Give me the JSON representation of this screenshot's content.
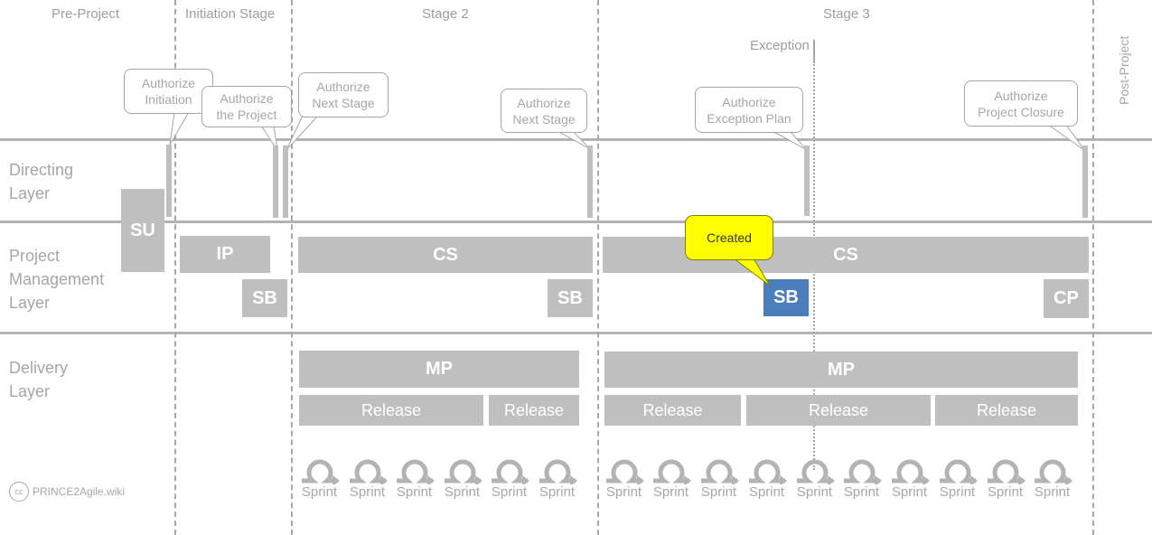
{
  "stages": {
    "pre_project": "Pre-Project",
    "initiation": "Initiation Stage",
    "stage2": "Stage 2",
    "stage3": "Stage 3",
    "post_project": "Post-Project",
    "exception": "Exception"
  },
  "layers": {
    "directing": [
      "Directing",
      "Layer"
    ],
    "management": [
      "Project",
      "Management",
      "Layer"
    ],
    "delivery": [
      "Delivery",
      "Layer"
    ]
  },
  "callouts": {
    "authorize_initiation": [
      "Authorize",
      "Initiation"
    ],
    "authorize_project": [
      "Authorize",
      "the Project"
    ],
    "authorize_next_stage_1": [
      "Authorize",
      "Next Stage"
    ],
    "authorize_next_stage_2": [
      "Authorize",
      "Next Stage"
    ],
    "authorize_exception_plan": [
      "Authorize",
      "Exception Plan"
    ],
    "authorize_project_closure": [
      "Authorize",
      "Project Closure"
    ],
    "created": "Created"
  },
  "processes": {
    "su": "SU",
    "ip": "IP",
    "sb": "SB",
    "cs": "CS",
    "cp": "CP",
    "mp": "MP",
    "release": "Release"
  },
  "sprint_label": "Sprint",
  "brand": {
    "cc": "cc",
    "name": "PRINCE2Agile.wiki"
  },
  "colors": {
    "process_grey": "#bfbfbf",
    "highlight_blue": "#4a7ebb",
    "callout_yellow": "#ffff00"
  }
}
